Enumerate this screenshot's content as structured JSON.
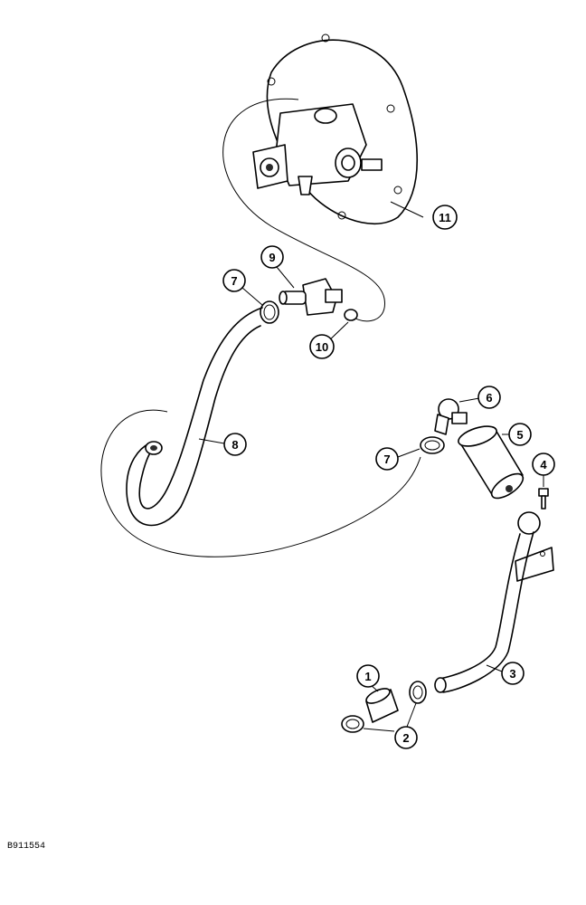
{
  "callouts": {
    "c1": "1",
    "c2": "2",
    "c3": "3",
    "c4": "4",
    "c5": "5",
    "c6": "6",
    "c7a": "7",
    "c7b": "7",
    "c8": "8",
    "c9": "9",
    "c10": "10",
    "c11": "11"
  },
  "drawing_id": "B911554"
}
